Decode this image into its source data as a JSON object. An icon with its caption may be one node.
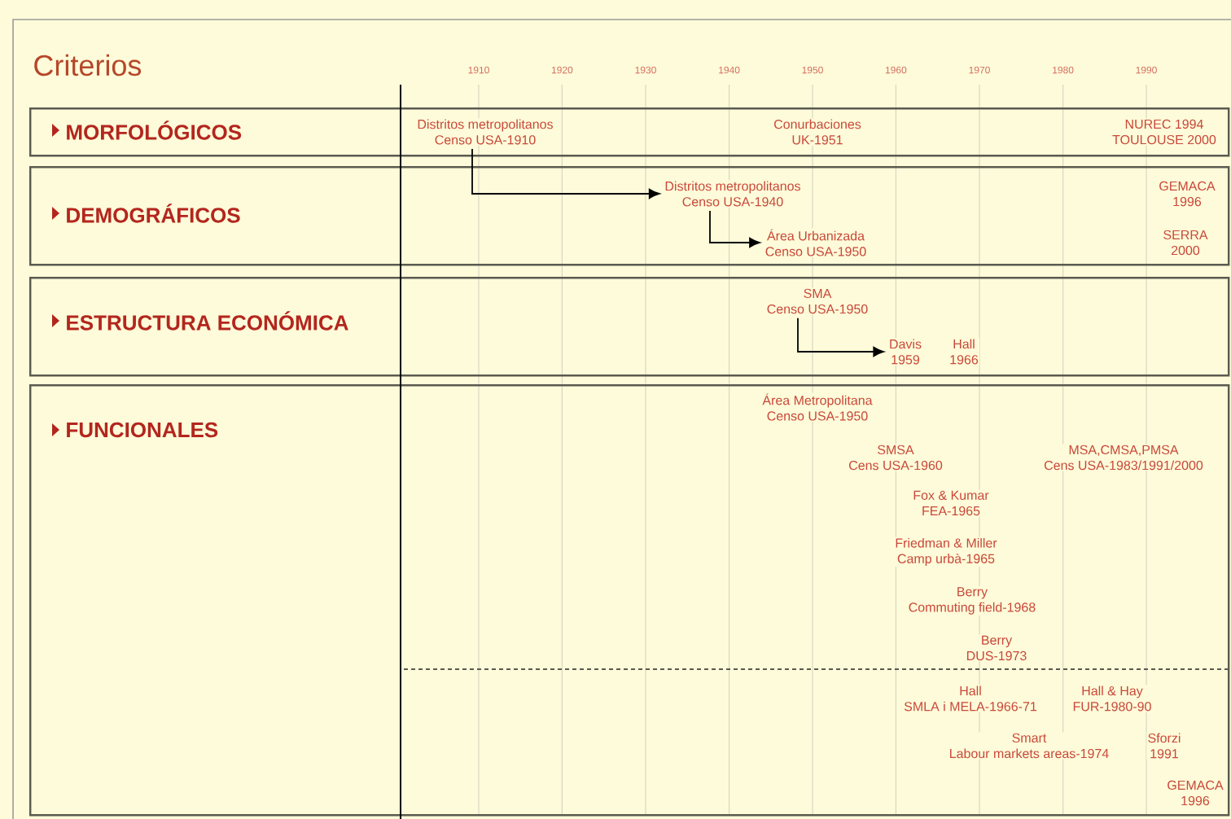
{
  "diagram": {
    "title": "Criterios",
    "nodes": [
      {
        "text": [
          "MORFOLÓGICOS"
        ]
      },
      {
        "text": [
          "Distritos metropolitanos",
          "Censo USA-1910"
        ],
        "in": 0
      },
      {
        "text": [
          "Conurbaciones",
          "UK-1951"
        ],
        "in": 0
      },
      {
        "text": [
          "NUREC 1994",
          "TOULOUSE 2000"
        ],
        "in": 0
      },
      {
        "text": [
          "DEMOGRÁFICOS"
        ]
      },
      {
        "text": [
          "Distritos metropolitanos",
          "Censo USA-1940"
        ],
        "in": 4
      },
      {
        "text": [
          "GEMACA",
          "1996"
        ],
        "in": 4
      },
      {
        "text": [
          "Área Urbanizada",
          "Censo USA-1950"
        ],
        "in": 4
      },
      {
        "text": [
          "SERRA",
          "2000"
        ],
        "in": 4
      },
      {
        "text": [
          "ESTRUCTURA ECONÓMICA"
        ]
      },
      {
        "text": [
          "SMA",
          "Censo USA-1950"
        ],
        "in": 9
      },
      {
        "text": [
          "Davis",
          "1959"
        ],
        "in": 9
      },
      {
        "text": [
          "Hall",
          "1966"
        ],
        "in": 9
      },
      {
        "text": [
          "FUNCIONALES"
        ]
      },
      {
        "text": [
          "Área Metropolitana",
          "Censo USA-1950"
        ],
        "in": 13
      },
      {
        "text": [
          "SMSA",
          "Cens USA-1960"
        ],
        "in": 13
      },
      {
        "text": [
          "MSA,CMSA,PMSA",
          "Cens USA-1983/1991/2000"
        ],
        "in": 13
      },
      {
        "text": [
          "Fox & Kumar",
          "FEA-1965"
        ],
        "in": 13
      },
      {
        "text": [
          "Friedman & Miller",
          "Camp urbà-1965"
        ],
        "in": 13
      },
      {
        "text": [
          "Berry",
          "Commuting field-1968"
        ],
        "in": 13
      },
      {
        "text": [
          "Berry",
          "DUS-1973"
        ],
        "in": 13
      },
      {
        "text": [
          "Hall",
          "SMLA i MELA-1966-71"
        ],
        "in": 13
      },
      {
        "text": [
          "Hall & Hay",
          "FUR-1980-90"
        ],
        "in": 13
      },
      {
        "text": [
          "Smart",
          "Labour markets areas-1974"
        ],
        "in": 13
      },
      {
        "text": [
          "Sforzi",
          "1991"
        ],
        "in": 13
      },
      {
        "text": [
          "GEMACA",
          "1996"
        ],
        "in": 13
      }
    ],
    "edges": [
      {
        "from": 1,
        "to": 5,
        "arrow": "to"
      },
      {
        "from": 5,
        "to": 7,
        "arrow": "to"
      },
      {
        "from": 10,
        "to": 11,
        "arrow": "to"
      }
    ],
    "labels": [
      "1910",
      "1920",
      "1930",
      "1940",
      "1950",
      "1960",
      "1970",
      "1980",
      "1990"
    ]
  }
}
